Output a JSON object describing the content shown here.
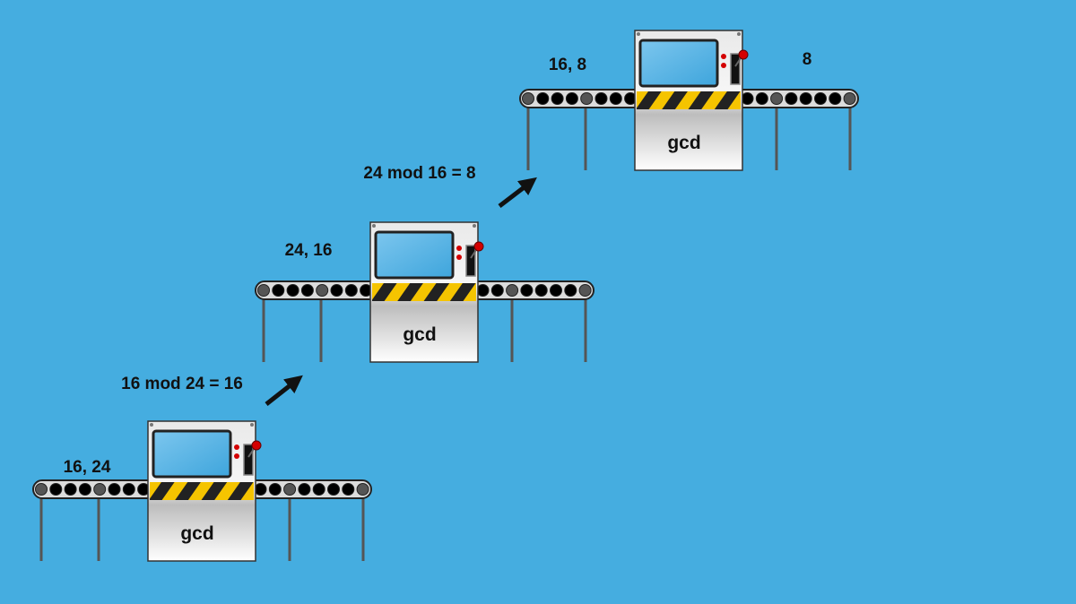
{
  "colors": {
    "background": "#45ade0",
    "screen": "#5ab6e6",
    "hazard_yellow": "#f5c400",
    "hazard_black": "#222222",
    "lever_knob": "#d40000"
  },
  "machines": [
    {
      "name": "gcd",
      "input_label": "16, 24"
    },
    {
      "name": "gcd",
      "input_label": "24, 16"
    },
    {
      "name": "gcd",
      "input_label": "16, 8",
      "output_label": "8"
    }
  ],
  "steps": [
    {
      "label": "16 mod 24 = 16"
    },
    {
      "label": "24 mod 16 = 8"
    }
  ]
}
